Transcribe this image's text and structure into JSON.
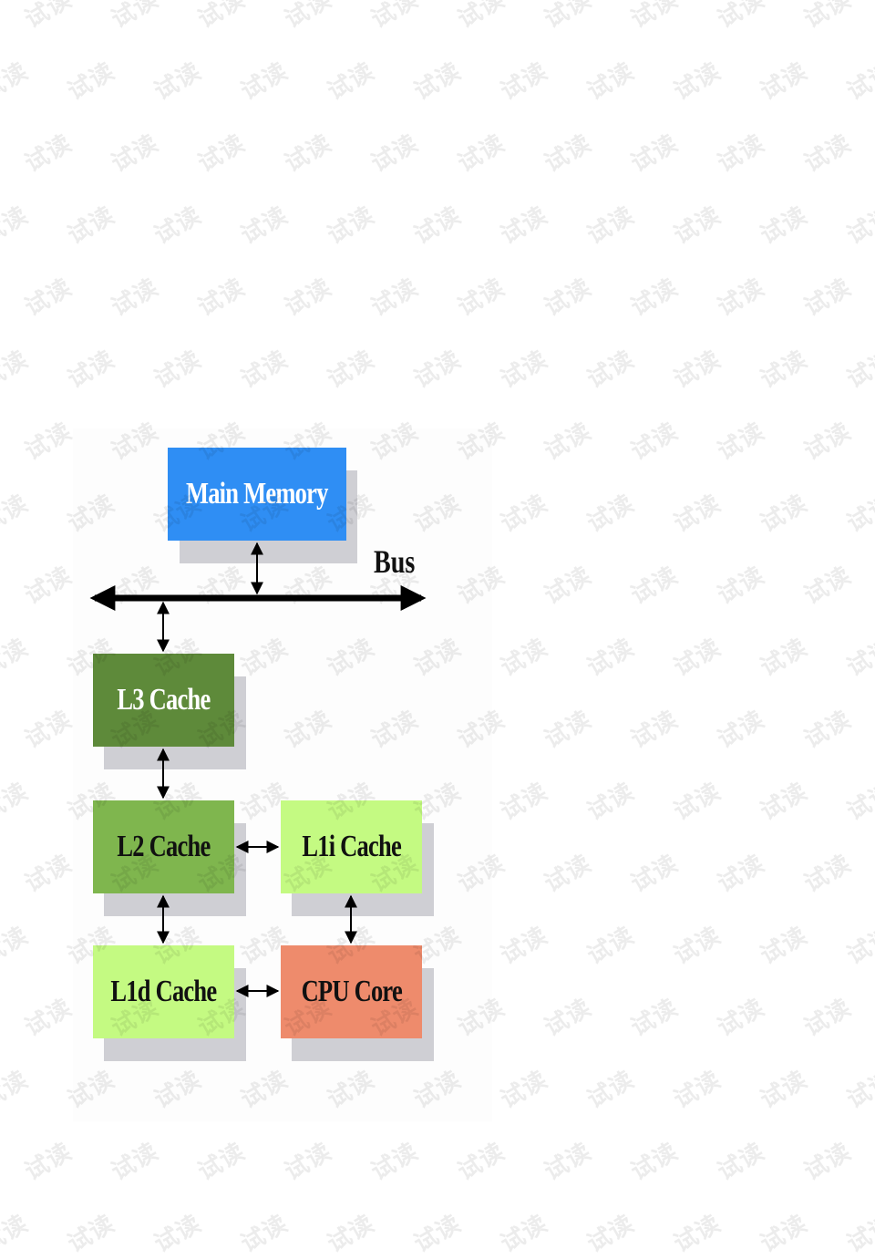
{
  "diagram": {
    "nodes": {
      "main_memory": {
        "label": "Main Memory",
        "color": "#2f8ef4"
      },
      "l3_cache": {
        "label": "L3 Cache",
        "color": "#5e8a3a"
      },
      "l2_cache": {
        "label": "L2 Cache",
        "color": "#7fb64e"
      },
      "l1i_cache": {
        "label": "L1i Cache",
        "color": "#c4fa82"
      },
      "l1d_cache": {
        "label": "L1d Cache",
        "color": "#c4fa82"
      },
      "cpu_core": {
        "label": "CPU Core",
        "color": "#ee8b6c"
      }
    },
    "bus_label": "Bus",
    "edges": [
      {
        "from": "main_memory",
        "to": "bus"
      },
      {
        "from": "bus",
        "to": "l3_cache"
      },
      {
        "from": "l3_cache",
        "to": "l2_cache"
      },
      {
        "from": "l2_cache",
        "to": "l1i_cache"
      },
      {
        "from": "l2_cache",
        "to": "l1d_cache"
      },
      {
        "from": "l1i_cache",
        "to": "cpu_core"
      },
      {
        "from": "l1d_cache",
        "to": "cpu_core"
      }
    ]
  },
  "watermark": {
    "text": "试读",
    "color": "#000000"
  }
}
